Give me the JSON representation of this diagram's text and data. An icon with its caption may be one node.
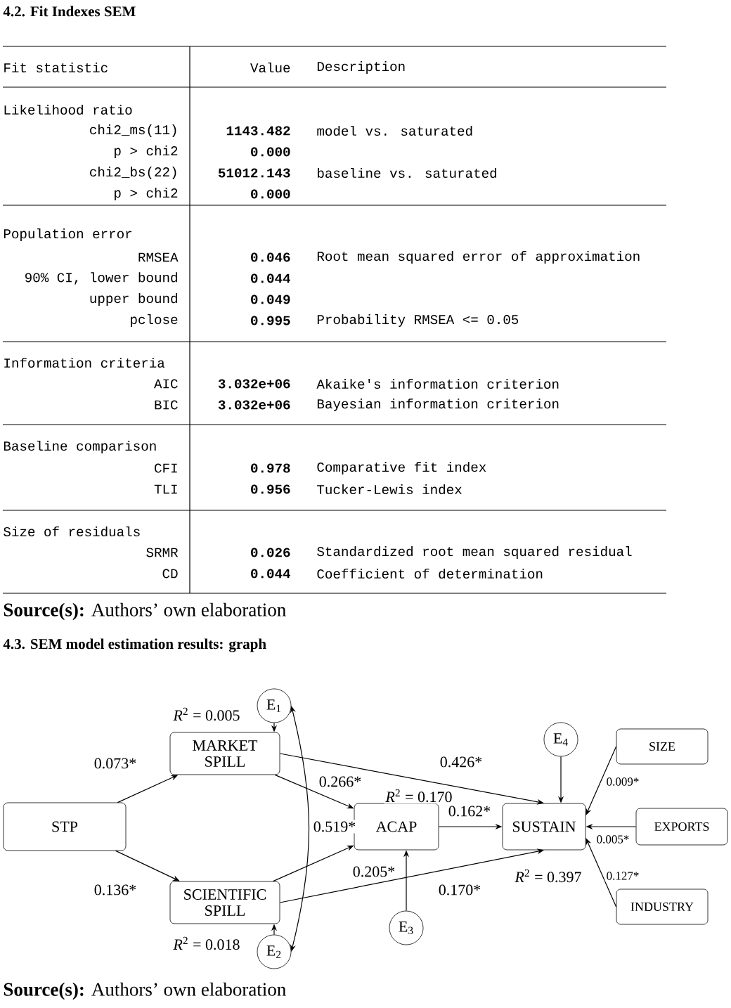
{
  "diagram": {
    "title": "4.2. Fit Indexes SEM",
    "caption": "**Source(s):** Authors’ own elaboration",
    "nodes": [
      {
        "text": [
          "STP"
        ]
      },
      {
        "text": [
          "MARKET SPILL"
        ],
        "beside": [
          "*R*$^{2}$ = 0.005"
        ]
      },
      {
        "text": [
          "SCIENTIFIC SPILL"
        ],
        "beside": [
          "*R*$^{2}$ = 0.018"
        ]
      },
      {
        "text": [
          "E$_{1}$"
        ]
      },
      {
        "text": [
          "E$_{2}$"
        ]
      },
      {
        "text": [
          "ACAP"
        ],
        "beside": [
          "*R*$^{2}$ = 0.170"
        ]
      },
      {
        "text": [
          "E$_{3}$"
        ]
      },
      {
        "text": [
          "SUSTAIN"
        ],
        "beside": [
          "*R*$^{2}$ = 0.397"
        ]
      },
      {
        "text": [
          "E$_{4}$"
        ]
      },
      {
        "text": [
          "SIZE"
        ]
      },
      {
        "text": [
          "EXPORTS"
        ]
      },
      {
        "text": [
          "INDUSTRY"
        ]
      }
    ],
    "edges": [
      {
        "from": 0,
        "to": 1,
        "arrow": "to",
        "label": "0.073*"
      },
      {
        "from": 0,
        "to": 2,
        "arrow": "to",
        "label": "0.136*"
      },
      {
        "from": 3,
        "to": 1,
        "arrow": "to"
      },
      {
        "from": 4,
        "to": 2,
        "arrow": "to"
      },
      {
        "from": 3,
        "to": 4,
        "arrow": "both",
        "label": "0.519*"
      },
      {
        "from": 1,
        "to": 5,
        "arrow": "to",
        "label": "0.266*"
      },
      {
        "from": 1,
        "to": 7,
        "arrow": "to",
        "label": "0.426*"
      },
      {
        "from": 2,
        "to": 5,
        "arrow": "to",
        "label": "0.205*"
      },
      {
        "from": 2,
        "to": 7,
        "arrow": "to",
        "label": "0.170*"
      },
      {
        "from": 5,
        "to": 7,
        "arrow": "to",
        "label": "0.162*"
      },
      {
        "from": 6,
        "to": 5,
        "arrow": "to"
      },
      {
        "from": 8,
        "to": 7,
        "arrow": "to"
      },
      {
        "from": 9,
        "to": 7,
        "arrow": "to",
        "label": "0.009*"
      },
      {
        "from": 10,
        "to": 7,
        "arrow": "to",
        "label": "0.005*"
      },
      {
        "from": 11,
        "to": 7,
        "arrow": "to",
        "label": "0.127*"
      }
    ],
    "labels": [
      "Fit statistic",
      "Value",
      "Description",
      "Likelihood ratio",
      "chi2_ms(11)",
      "1143.482",
      "model vs. saturated",
      "p > chi2",
      "0.000",
      "chi2_bs(22)",
      "51012.143",
      "baseline vs. saturated",
      "p > chi2",
      "0.000",
      "Population error",
      "RMSEA",
      "0.046",
      "Root mean squared error of approximation",
      "90% CI, lower bound",
      "0.044",
      "upper bound",
      "0.049",
      "pclose",
      "0.995",
      "Probability RMSEA <= 0.05",
      "Information criteria",
      "AIC",
      "3.032e+06",
      "Akaike's information criterion",
      "BIC",
      "3.032e+06",
      "Bayesian information criterion",
      "Baseline comparison",
      "CFI",
      "0.978",
      "Comparative fit index",
      "TLI",
      "0.956",
      "Tucker-Lewis index",
      "Size of residuals",
      "SRMR",
      "0.026",
      "Standardized root mean squared residual",
      "CD",
      "0.044",
      "Coefficient of determination",
      "4.3. SEM model estimation results: graph",
      "**Source(s):** Authors’ own elaboration"
    ]
  }
}
